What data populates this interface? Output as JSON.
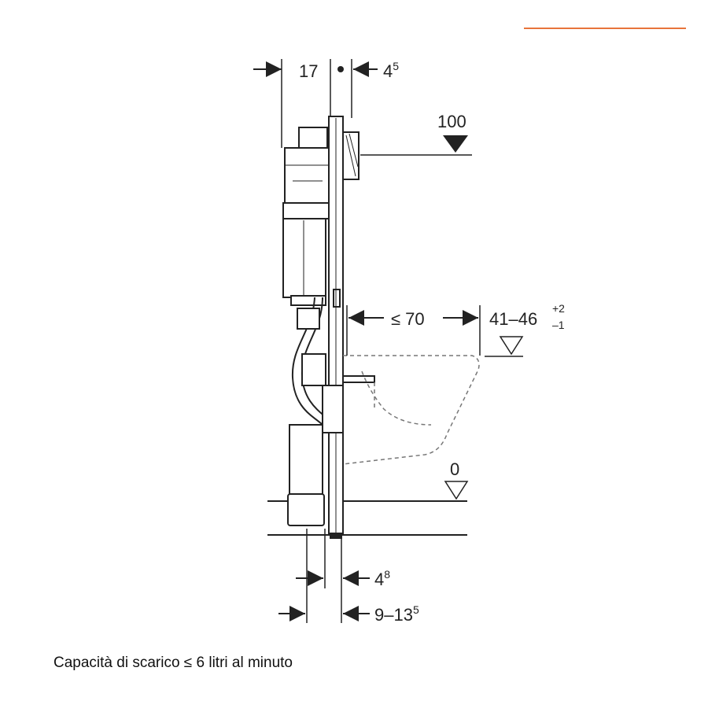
{
  "colors": {
    "accent": "#e8743b",
    "line": "#222222",
    "dashed": "#777777"
  },
  "dimensions": {
    "top_left": "17",
    "top_right_base": "4",
    "top_right_sup": "5",
    "height_top": "100",
    "depth": "≤ 70",
    "bowl_height_base": "41–46",
    "bowl_height_sup": "+2",
    "bowl_height_sub": "–1",
    "floor": "0",
    "bottom_a_base": "4",
    "bottom_a_sup": "8",
    "bottom_b_base": "9–13",
    "bottom_b_sup": "5"
  },
  "caption": "Capacità di scarico ≤ 6 litri al minuto"
}
